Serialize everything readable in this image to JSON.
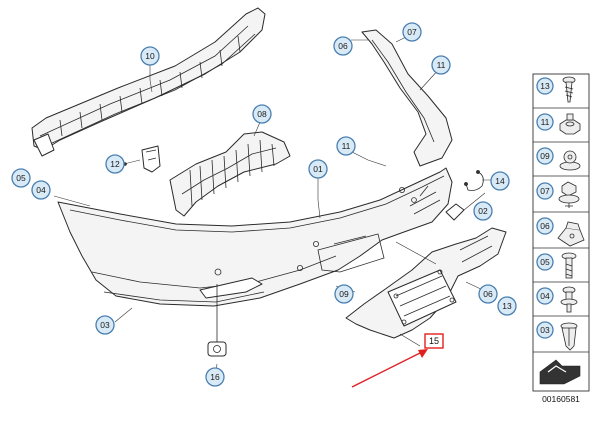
{
  "diagram": {
    "callouts": {
      "p01": "01",
      "p02": "02",
      "p03": "03",
      "p04": "04",
      "p05": "05",
      "p06a": "06",
      "p06b": "06",
      "p07": "07",
      "p08": "08",
      "p09": "09",
      "p10": "10",
      "p11a": "11",
      "p11b": "11",
      "p12": "12",
      "p13": "13",
      "p14": "14",
      "p16": "16"
    },
    "highlighted_part": "15",
    "highlight_color": "#e02020",
    "callout_fill": "#d9eaf7",
    "callout_stroke": "#4a7fb0"
  },
  "legend": {
    "items": [
      "13",
      "11",
      "09",
      "07",
      "06",
      "05",
      "04",
      "03"
    ],
    "icons": [
      "screw-icon",
      "nut-icon",
      "expanding-nut-icon",
      "clip-nut-icon",
      "spring-nut-icon",
      "bolt-icon",
      "rivet-icon",
      "expansion-rivet-icon",
      "rubber-mat-icon"
    ]
  },
  "document_number": "00160581"
}
